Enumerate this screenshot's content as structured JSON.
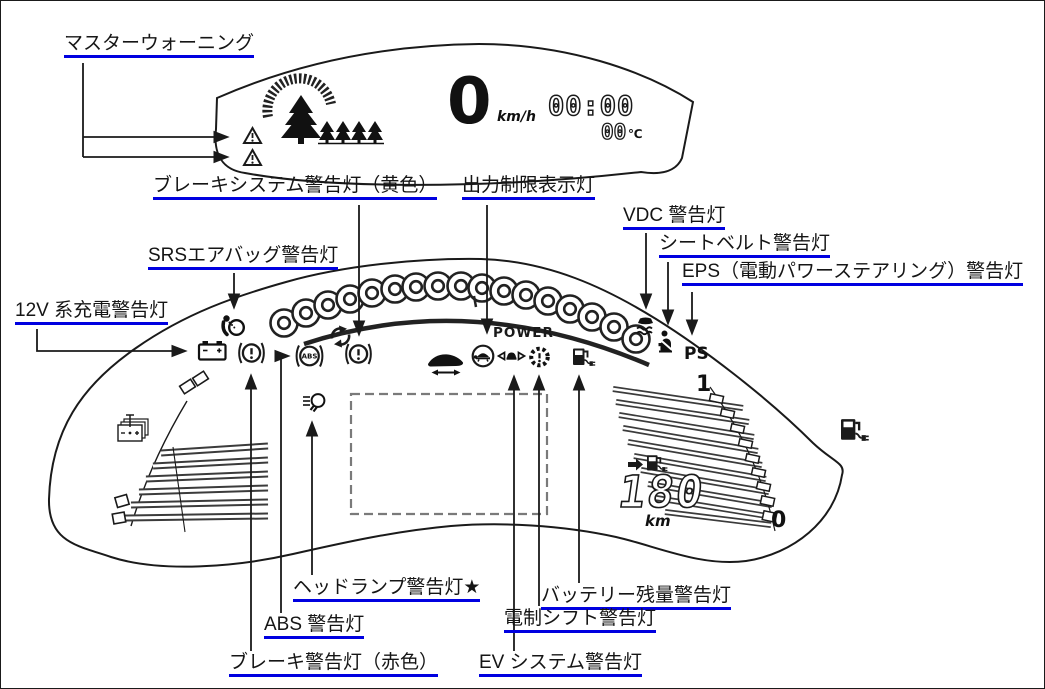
{
  "labels": {
    "master_warning": "マスターウォーニング",
    "brake_system_yellow": "ブレーキシステム警告灯（黄色）",
    "output_limit": "出力制限表示灯",
    "vdc": "VDC 警告灯",
    "seatbelt": "シートベルト警告灯",
    "eps": "EPS（電動パワーステアリング）警告灯",
    "srs_airbag": "SRSエアバッグ警告灯",
    "charge_12v": "12V 系充電警告灯",
    "headlamp": "ヘッドランプ警告灯★",
    "abs": "ABS 警告灯",
    "brake_red": "ブレーキ警告灯（赤色）",
    "battery_level": "バッテリー残量警告灯",
    "shift": "電制シフト警告灯",
    "ev_system": "EV システム警告灯"
  },
  "display": {
    "speed_value": "0",
    "speed_unit": "km/h",
    "clock": "00:00",
    "temp_value": "00",
    "temp_unit": "℃",
    "power_label": "POWER",
    "ps_label": "PS",
    "abs_icon_text": "ABS",
    "gauge_top": "1",
    "gauge_bottom": "0",
    "range_value": "180",
    "range_unit": "km"
  },
  "colors": {
    "underline_blue": "#0000e0",
    "ink": "#1a1a1a",
    "gauge_bar": "#3b3b3b",
    "dashed_box": "#7a7a7a"
  }
}
